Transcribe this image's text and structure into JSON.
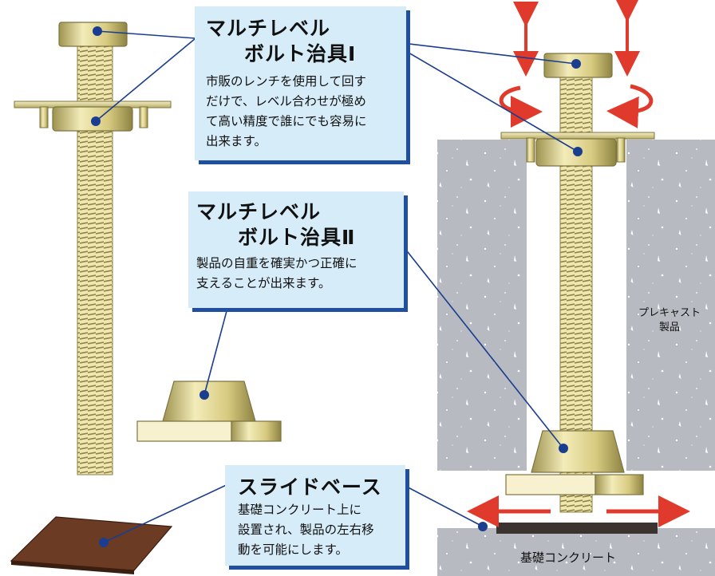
{
  "callouts": {
    "tool1": {
      "title_line1": "マルチレベル",
      "title_line2": "ボルト治具Ⅰ",
      "body_lines": [
        "市販のレンチを使用して回す",
        "だけで、レベル合わせが極め",
        "て高い精度で誰にでも容易に",
        "出来ます。"
      ]
    },
    "tool2": {
      "title_line1": "マルチレベル",
      "title_line2": "ボルト治具Ⅱ",
      "body_lines": [
        "製品の自重を確実かつ正確に",
        "支えることが出来ます。"
      ]
    },
    "slide_base": {
      "title": "スライドベース",
      "body_lines": [
        "基礎コンクリート上に",
        "設置され、製品の左右移",
        "動を可能にします。"
      ]
    }
  },
  "labels": {
    "precast_line1": "プレキャスト",
    "precast_line2": "製品",
    "foundation": "基礎コンクリート"
  },
  "colors": {
    "callout_bg": "#d6ecf8",
    "callout_shadow": "#1f4f9e",
    "brass": "#d8cc86",
    "concrete": "#b9bcc3",
    "arrow_red": "#e03a2c",
    "leader_line": "#1b3d8f"
  }
}
